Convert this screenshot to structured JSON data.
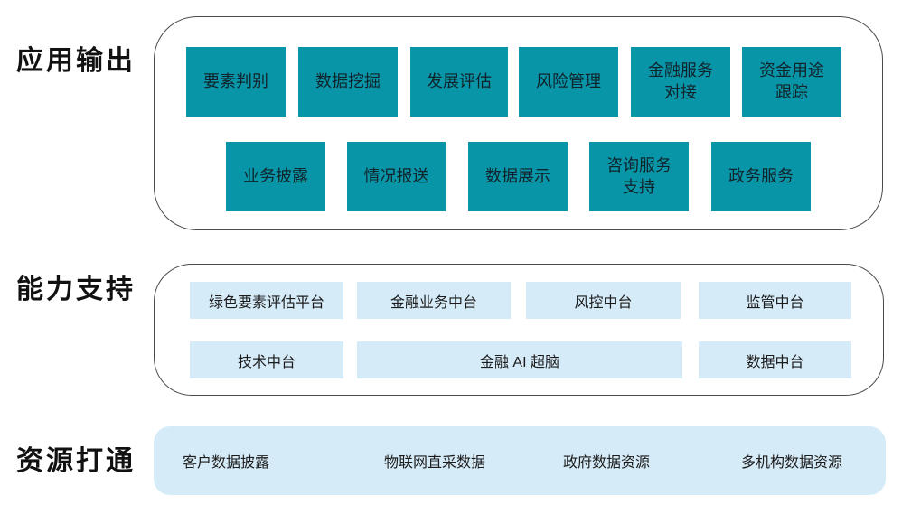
{
  "colors": {
    "teal": "#0995A8",
    "light_blue": "#D6EBF8",
    "frame_border": "#4A4A4A",
    "text_dark": "#111111"
  },
  "sections": {
    "app_output": {
      "label": "应用输出",
      "row1": [
        "要素判别",
        "数据挖掘",
        "发展评估",
        "风险管理",
        "金融服务\n对接",
        "资金用途\n跟踪"
      ],
      "row2": [
        "业务披露",
        "情况报送",
        "数据展示",
        "咨询服务\n支持",
        "政务服务"
      ]
    },
    "capability": {
      "label": "能力支持",
      "row1": [
        "绿色要素评估平台",
        "金融业务中台",
        "风控中台",
        "监管中台"
      ],
      "row2": [
        "技术中台",
        "金融 AI 超脑",
        "数据中台"
      ]
    },
    "resources": {
      "label": "资源打通",
      "items": [
        "客户数据披露",
        "物联网直采数据",
        "政府数据资源",
        "多机构数据资源"
      ]
    }
  }
}
